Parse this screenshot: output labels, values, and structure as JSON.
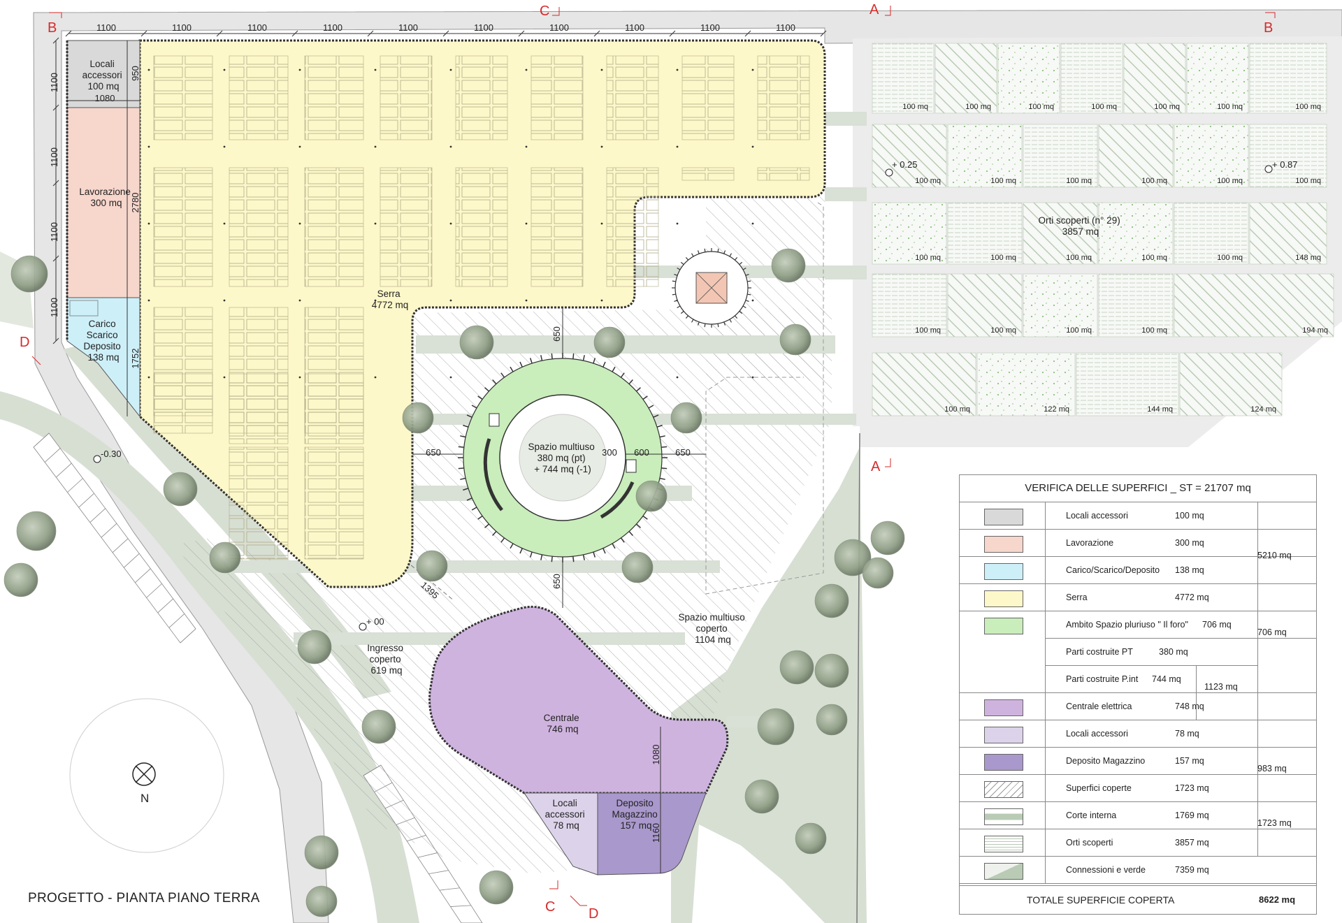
{
  "drawing_title": "PROGETTO - PIANTA PIANO TERRA",
  "section_marks": {
    "B": "B",
    "C": "C",
    "A": "A",
    "D": "D"
  },
  "north": "N",
  "dimensions": {
    "top": [
      "1100",
      "1100",
      "1100",
      "1100",
      "1100",
      "1100",
      "1100",
      "1100",
      "1100",
      "1100"
    ],
    "left": [
      "1100",
      "1100",
      "1100",
      "1100"
    ],
    "locali_h": "950",
    "locali_w": "1080",
    "lavorazione_h": "2780",
    "carico_h": "1752",
    "circle_n": "650",
    "circle_s": "650",
    "circle_w": "650",
    "circle_e": "650",
    "inner_r": "300",
    "inner_r2": "600",
    "diag": "1395",
    "centrale_v": "1080",
    "deposito_v": "1160"
  },
  "levels": {
    "l1": "+ 0.25",
    "l2": "+ 0.87",
    "l3": "-0.30",
    "l4": "+ 00"
  },
  "rooms": {
    "locali_top": [
      "Locali",
      "accessori",
      "100 mq"
    ],
    "lavorazione": [
      "Lavorazione",
      "300 mq"
    ],
    "carico": [
      "Carico",
      "Scarico",
      "Deposito",
      "138 mq"
    ],
    "serra": [
      "Serra",
      "4772 mq"
    ],
    "spazio": [
      "Spazio multiuso",
      "380 mq (pt)",
      "+ 744 mq (-1)"
    ],
    "orti": [
      "Orti scoperti (n° 29)",
      "3857 mq"
    ],
    "spazio_coperto": [
      "Spazio multiuso",
      "coperto",
      "1104 mq"
    ],
    "ingresso": [
      "Ingresso",
      "coperto",
      "619 mq"
    ],
    "centrale": [
      "Centrale",
      "746 mq"
    ],
    "locali_bot": [
      "Locali",
      "accessori",
      "78 mq"
    ],
    "deposito": [
      "Deposito",
      "Magazzino",
      "157 mq"
    ]
  },
  "plots": {
    "row1": [
      "100 mq",
      "100 mq",
      "100 mq",
      "100 mq",
      "100 mq",
      "100 mq",
      "100 mq"
    ],
    "row2": [
      "100 mq",
      "100 mq",
      "100 mq",
      "100 mq",
      "100 mq",
      "100 mq"
    ],
    "row3": [
      "100 mq",
      "100 mq",
      "100 mq",
      "100 mq",
      "100 mq",
      "148 mq"
    ],
    "row4": [
      "100 mq",
      "100 mq",
      "100 mq",
      "100 mq",
      "194 mq"
    ],
    "row5": [
      "100 mq",
      "122 mq",
      "144 mq",
      "124 mq"
    ]
  },
  "legend": {
    "title": "VERIFICA DELLE SUPERFICI _ ST = 21707 mq",
    "rows": [
      {
        "name": "Locali accessori",
        "value": "100 mq"
      },
      {
        "name": "Lavorazione",
        "value": "300 mq"
      },
      {
        "name": "Carico/Scarico/Deposito",
        "value": "138 mq"
      },
      {
        "name": "Serra",
        "value": "4772 mq"
      },
      {
        "name": "Ambito Spazio pluriuso \" Il foro\"",
        "value": "706 mq"
      },
      {
        "name": "Parti costruite PT",
        "value": "380 mq"
      },
      {
        "name": "Parti costruite P.int",
        "value": "744 mq"
      },
      {
        "name": "Centrale elettrica",
        "value": "748 mq"
      },
      {
        "name": "Locali accessori",
        "value": "78 mq"
      },
      {
        "name": "Deposito Magazzino",
        "value": "157 mq"
      },
      {
        "name": "Superfici coperte",
        "value": "1723 mq"
      },
      {
        "name": "Corte interna",
        "value": "1769 mq"
      },
      {
        "name": "Orti scoperti",
        "value": "3857 mq"
      },
      {
        "name": "Connessioni e verde",
        "value": "7359 mq"
      }
    ],
    "groups": {
      "g1": "5210 mq",
      "g2": "706 mq",
      "g3": "1123 mq",
      "g4": "983 mq",
      "g5": "1723 mq"
    },
    "total_label": "TOTALE SUPERFICIE COPERTA",
    "total_value": "8622 mq"
  },
  "colors": {
    "locali": "#d9d9d9",
    "lavorazione": "#f7d6cc",
    "carico": "#cdeff8",
    "serra": "#fdf8c9",
    "foro": "#c9edbb",
    "centrale": "#cfb3df",
    "locali2": "#dcd3ea",
    "deposito": "#a998cc",
    "verde": "#d7dfd3"
  }
}
